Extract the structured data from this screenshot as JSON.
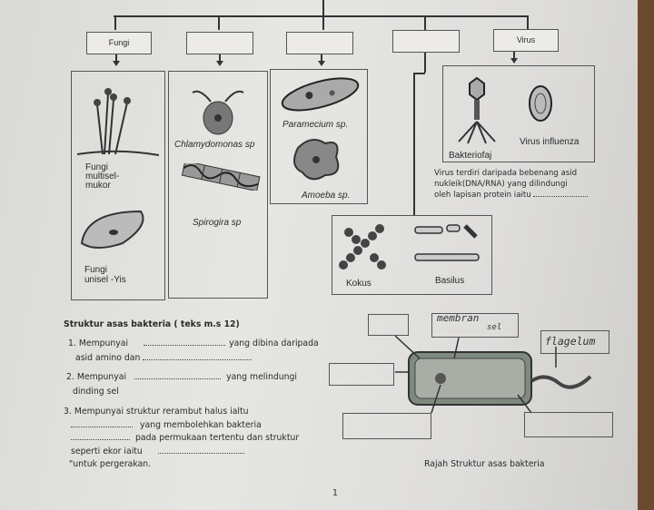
{
  "classification_tree": {
    "boxes": [
      "Fungi",
      "",
      "",
      "",
      "Virus"
    ],
    "fungi_panel": {
      "label1": "Fungi",
      "label2": "multisel-",
      "label3": "mukor",
      "label4": "Fungi",
      "label5": "unisel -Yis"
    },
    "algae_panel": {
      "label1": "Chlamydomonas sp",
      "label2": "Spirogira sp"
    },
    "protozoa_panel": {
      "label1": "Paramecium sp.",
      "label2": "Amoeba sp."
    },
    "virus_panel": {
      "label1": "Bakteriofaj",
      "label2": "Virus influenza"
    },
    "virus_note": {
      "line1": "Virus terdiri daripada bebenang asid",
      "line2": "nukleik(DNA/RNA) yang dilindungi",
      "line3": "oleh lapisan protein iaitu"
    },
    "bacteria_panel": {
      "label1": "Kokus",
      "label2": "Basilus"
    }
  },
  "questions": {
    "title": "Struktur asas bakteria ( teks m.s 12)",
    "q1_a": "1. Mempunyai",
    "q1_b": "yang dibina  daripada",
    "q1_c": "asid amino dan",
    "q2_a": "2. Mempunyai",
    "q2_b": "yang  melindungi",
    "q2_c": "dinding sel",
    "q3_a": "3. Mempunyai  struktur rerambut halus ialtu",
    "q3_b": "yang membolehkan bakteria",
    "q3_c": "pada  permukaan tertentu dan struktur",
    "q3_d": "seperti ekor iaitu",
    "q3_e": "\"untuk pergerakan."
  },
  "diagram": {
    "caption": "Rajah Struktur asas bakteria",
    "handwritten_1": "membran",
    "handwritten_2": "sel",
    "handwritten_3": "flagelum"
  },
  "page_number": "1"
}
